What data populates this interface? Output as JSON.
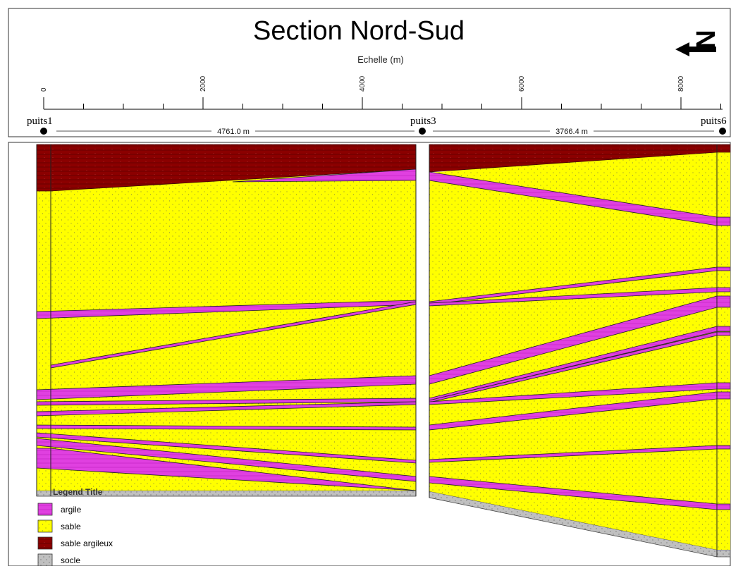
{
  "title": "Section Nord-Sud",
  "scale": {
    "label": "Echelle (m)",
    "ticks": [
      "0",
      "2000",
      "4000",
      "6000",
      "8000"
    ]
  },
  "north_arrow": {
    "letter": "N",
    "icon": "north-arrow-icon"
  },
  "wells": [
    {
      "name": "puits1"
    },
    {
      "name": "puits3"
    },
    {
      "name": "puits6"
    }
  ],
  "distances": [
    "4761.0 m",
    "3766.4 m"
  ],
  "legend": {
    "title": "Legend Title",
    "items": [
      {
        "label": "argile",
        "color": "#e040e0"
      },
      {
        "label": "sable",
        "color": "#ffff00"
      },
      {
        "label": "sable argileux",
        "color": "#8b0000"
      },
      {
        "label": "socle",
        "color": "#c0c0c0"
      }
    ]
  }
}
